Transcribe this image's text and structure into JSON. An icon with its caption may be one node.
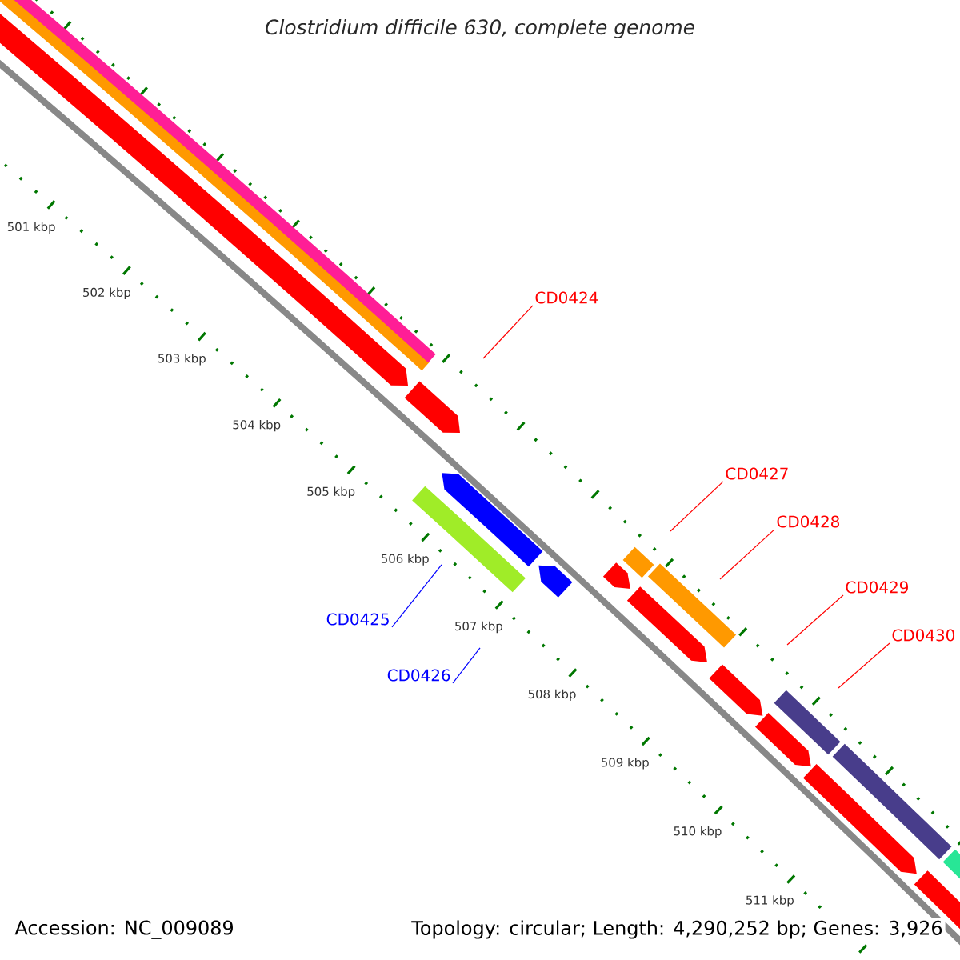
{
  "diagram": {
    "title": "Clostridium difficile 630, complete genome",
    "nodes": [
      {
        "text": [
          "CD0424"
        ]
      },
      {
        "text": [
          "CD0427"
        ]
      },
      {
        "text": [
          "CD0428"
        ]
      },
      {
        "text": [
          "CD0429"
        ]
      },
      {
        "text": [
          "CD0425"
        ]
      },
      {
        "text": [
          "CD0430"
        ]
      },
      {
        "text": [
          "CD0426"
        ]
      }
    ],
    "edges": [
      {
        "from": 0,
        "to": null,
        "arrow": "none"
      },
      {
        "from": 1,
        "to": null,
        "arrow": "none"
      },
      {
        "from": 2,
        "to": null,
        "arrow": "none"
      },
      {
        "from": 3,
        "to": null,
        "arrow": "none"
      },
      {
        "from": 4,
        "to": null,
        "arrow": "none",
        "color": "#0000ff"
      },
      {
        "from": 5,
        "to": null,
        "arrow": "none"
      },
      {
        "from": 6,
        "to": null,
        "arrow": "none",
        "color": "#0000ff"
      }
    ],
    "labels": [
      "501 kbp",
      "502 kbp",
      "503 kbp",
      "504 kbp",
      "505 kbp",
      "506 kbp",
      "507 kbp",
      "508 kbp",
      "509 kbp",
      "510 kbp",
      "511 kbp",
      "Accession: NC_009089",
      "Topology: circular; Length: 4,290,252 bp; Genes: 3,926"
    ]
  }
}
